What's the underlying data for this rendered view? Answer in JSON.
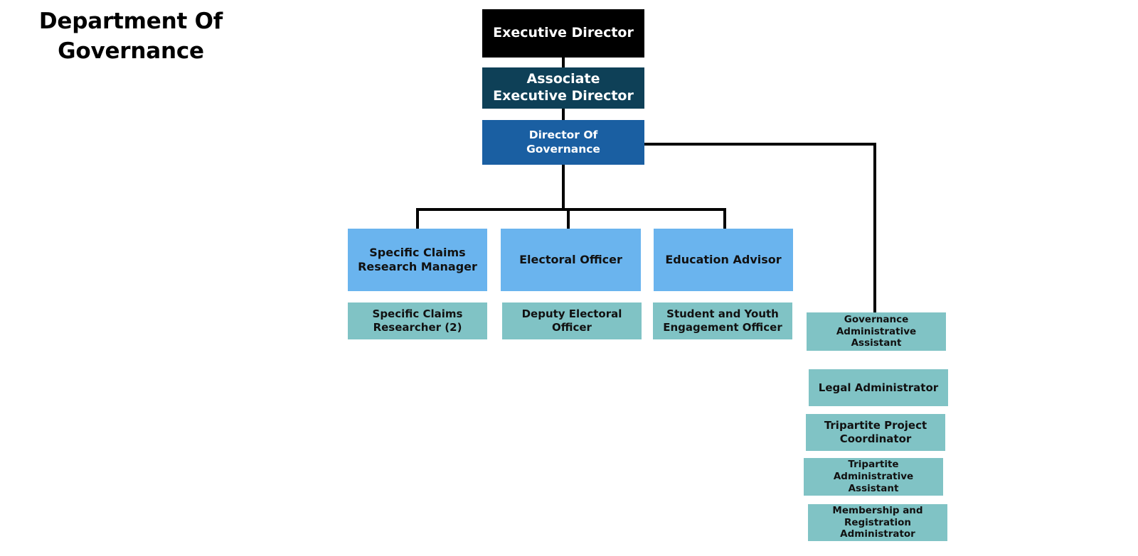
{
  "title": {
    "line1": "Department Of",
    "line2": "Governance",
    "full": "Department Of Governance"
  },
  "colors": {
    "background": "#ffffff",
    "executive": "#000000",
    "associate": "#0e4057",
    "director": "#1a5fa2",
    "manager": "#6ab4ee",
    "staff": "#80c3c5",
    "connector": "#000000",
    "text_light": "#ffffff",
    "text_dark": "#111111"
  },
  "chart_data": {
    "type": "org-chart",
    "title": "Department Of Governance",
    "levels": [
      {
        "level": 1,
        "tier": "executive",
        "nodes": [
          "Executive Director"
        ]
      },
      {
        "level": 2,
        "tier": "associate",
        "nodes": [
          "Associate Executive Director"
        ]
      },
      {
        "level": 3,
        "tier": "director",
        "nodes": [
          "Director Of Governance"
        ]
      },
      {
        "level": 4,
        "tier": "manager",
        "nodes": [
          "Specific Claims Research Manager",
          "Electoral Officer",
          "Education Advisor"
        ]
      },
      {
        "level": 5,
        "tier": "staff",
        "nodes": [
          "Specific Claims Researcher (2)",
          "Deputy Electoral Officer",
          "Student and Youth Engagement Officer"
        ]
      },
      {
        "level": 4,
        "tier": "administration",
        "nodes": [
          "Governance Administrative Assistant",
          "Legal Administrator",
          "Tripartite Project Coordinator",
          "Tripartite Administrative Assistant",
          "Membership and Registration Administrator"
        ]
      }
    ],
    "edges": [
      {
        "from": "Executive Director",
        "to": "Associate Executive Director"
      },
      {
        "from": "Associate Executive Director",
        "to": "Director Of Governance"
      },
      {
        "from": "Director Of Governance",
        "to": "Specific Claims Research Manager"
      },
      {
        "from": "Director Of Governance",
        "to": "Electoral Officer"
      },
      {
        "from": "Director Of Governance",
        "to": "Education Advisor"
      },
      {
        "from": "Director Of Governance",
        "to": "Governance Administrative Assistant"
      },
      {
        "from": "Specific Claims Research Manager",
        "to": "Specific Claims Researcher (2)"
      },
      {
        "from": "Electoral Officer",
        "to": "Deputy Electoral Officer"
      },
      {
        "from": "Education Advisor",
        "to": "Student and Youth Engagement Officer"
      }
    ]
  },
  "nodes": {
    "executive_director": {
      "label": "Executive Director"
    },
    "associate_executive_director": {
      "label": "Associate Executive Director",
      "line1": "Associate",
      "line2": "Executive Director"
    },
    "director_of_governance": {
      "label": "Director Of Governance",
      "line1": "Director Of",
      "line2": "Governance"
    },
    "specific_claims_research_manager": {
      "label": "Specific Claims Research Manager",
      "line1": "Specific Claims",
      "line2": "Research Manager"
    },
    "electoral_officer": {
      "label": "Electoral Officer"
    },
    "education_advisor": {
      "label": "Education Advisor"
    },
    "specific_claims_researcher": {
      "label": "Specific Claims Researcher (2)",
      "line1": "Specific Claims",
      "line2": "Researcher (2)"
    },
    "deputy_electoral_officer": {
      "label": "Deputy Electoral Officer",
      "line1": "Deputy Electoral",
      "line2": "Officer"
    },
    "student_youth_engagement_officer": {
      "label": "Student and Youth Engagement Officer",
      "line1": "Student and Youth",
      "line2": "Engagement Officer"
    },
    "governance_administrative_assistant": {
      "label": "Governance Administrative Assistant",
      "line1": "Governance",
      "line2": "Administrative Assistant"
    },
    "legal_administrator": {
      "label": "Legal Administrator"
    },
    "tripartite_project_coordinator": {
      "label": "Tripartite Project Coordinator",
      "line1": "Tripartite Project",
      "line2": "Coordinator"
    },
    "tripartite_administrative_assistant": {
      "label": "Tripartite Administrative Assistant",
      "line1": "Tripartite Administrative",
      "line2": "Assistant"
    },
    "membership_registration_administrator": {
      "label": "Membership and Registration Administrator",
      "line1": "Membership and",
      "line2": "Registration Administrator"
    }
  }
}
